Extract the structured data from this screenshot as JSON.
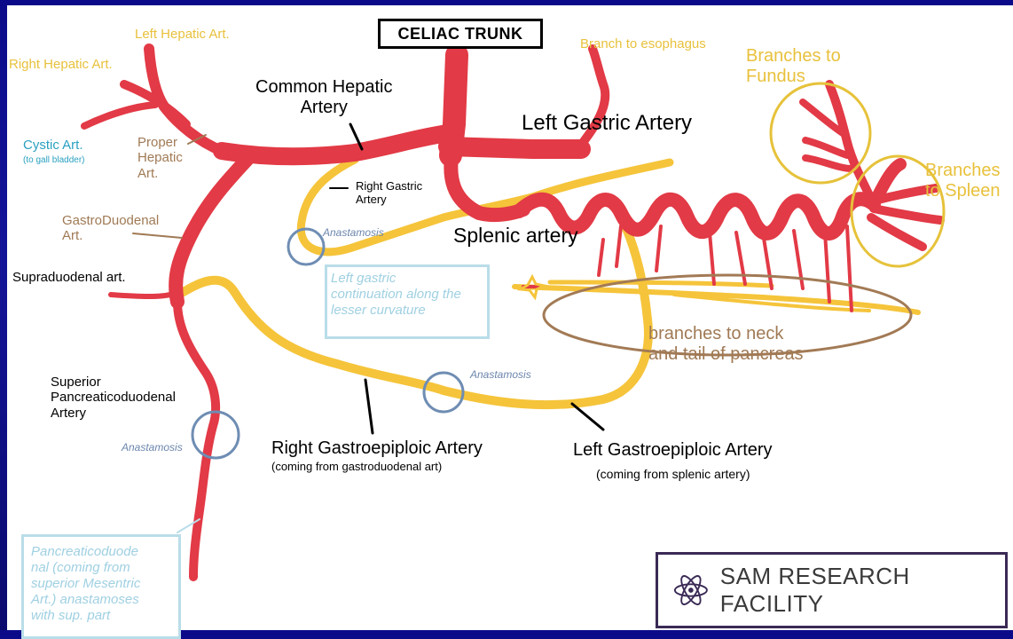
{
  "title": "CELIAC TRUNK",
  "labels": {
    "left_hepatic": "Left Hepatic Art.",
    "right_hepatic": "Right Hepatic Art.",
    "cystic": "Cystic Art.",
    "cystic_sub": "(to gall bladder)",
    "proper_hepatic": "Proper\nHepatic\nArt.",
    "gastroduodenal": "GastroDuodenal\nArt.",
    "supraduodenal": "Supraduodenal art.",
    "superior_pd": "Superior\nPancreaticoduodenal\nArtery",
    "common_hepatic": "Common Hepatic\nArtery",
    "right_gastric": "Right Gastric\nArtery",
    "branch_esophagus": "Branch to esophagus",
    "branches_fundus": "Branches to\nFundus",
    "left_gastric": "Left Gastric Artery",
    "branches_spleen": "Branches\nto Spleen",
    "splenic": "Splenic artery",
    "pancreas": "branches to neck\nand tail of pancreas",
    "right_gastroepiploic": "Right Gastroepiploic Artery",
    "right_gastroepiploic_sub": "(coming from gastroduodenal art)",
    "left_gastroepiploic": "Left Gastroepiploic Artery",
    "left_gastroepiploic_sub": "(coming from splenic artery)",
    "anastamosis": "Anastamosis"
  },
  "notes": {
    "left_gastric_note": "Left gastric\ncontinuation along the\nlesser curvature",
    "pd_note": "Pancreaticoduode\nnal (coming from\nsuperior Mesentric\nArt.) anastamoses\nwith sup. part"
  },
  "logo": {
    "text": "SAM RESEARCH FACILITY",
    "icon": "atom-icon"
  },
  "colors": {
    "artery_red": "#e23a46",
    "artery_yellow": "#f5c43a",
    "circle_blue": "#6f8db3",
    "circle_yellow": "#e6c23a",
    "ellipse_brown": "#a27a55",
    "background_blue": "#10108f"
  }
}
